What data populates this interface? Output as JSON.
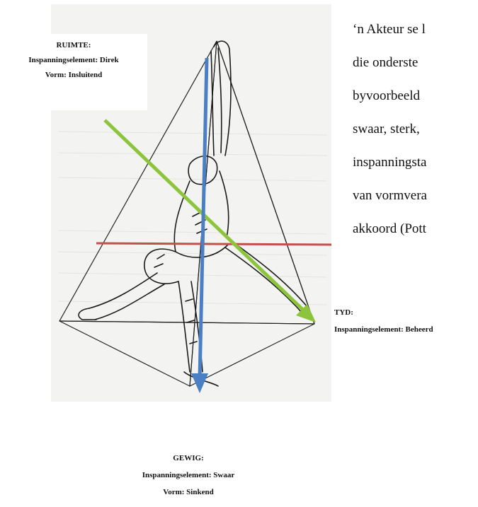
{
  "labels": {
    "ruimte": {
      "title": "RUIMTE:",
      "line1": "Inspanningselement: Direk",
      "line2": "Vorm: Insluitend"
    },
    "tyd": {
      "title": "TYD:",
      "line1": "Inspanningselement: Beheerd"
    },
    "gewig": {
      "title": "GEWIG:",
      "line1": "Inspanningselement: Swaar",
      "line2": "Vorm: Sinkend"
    }
  },
  "body_text": {
    "lines": [
      "‘n Akteur se l",
      "die onderste",
      "byvoorbeeld",
      "swaar, sterk,",
      "inspanningsta",
      "van vormvera",
      "akkoord (Pott"
    ]
  },
  "arrow_colors": {
    "vertical": "#4a7fc4",
    "diagonal": "#8cc43c",
    "horizontal": "#c0504d"
  }
}
